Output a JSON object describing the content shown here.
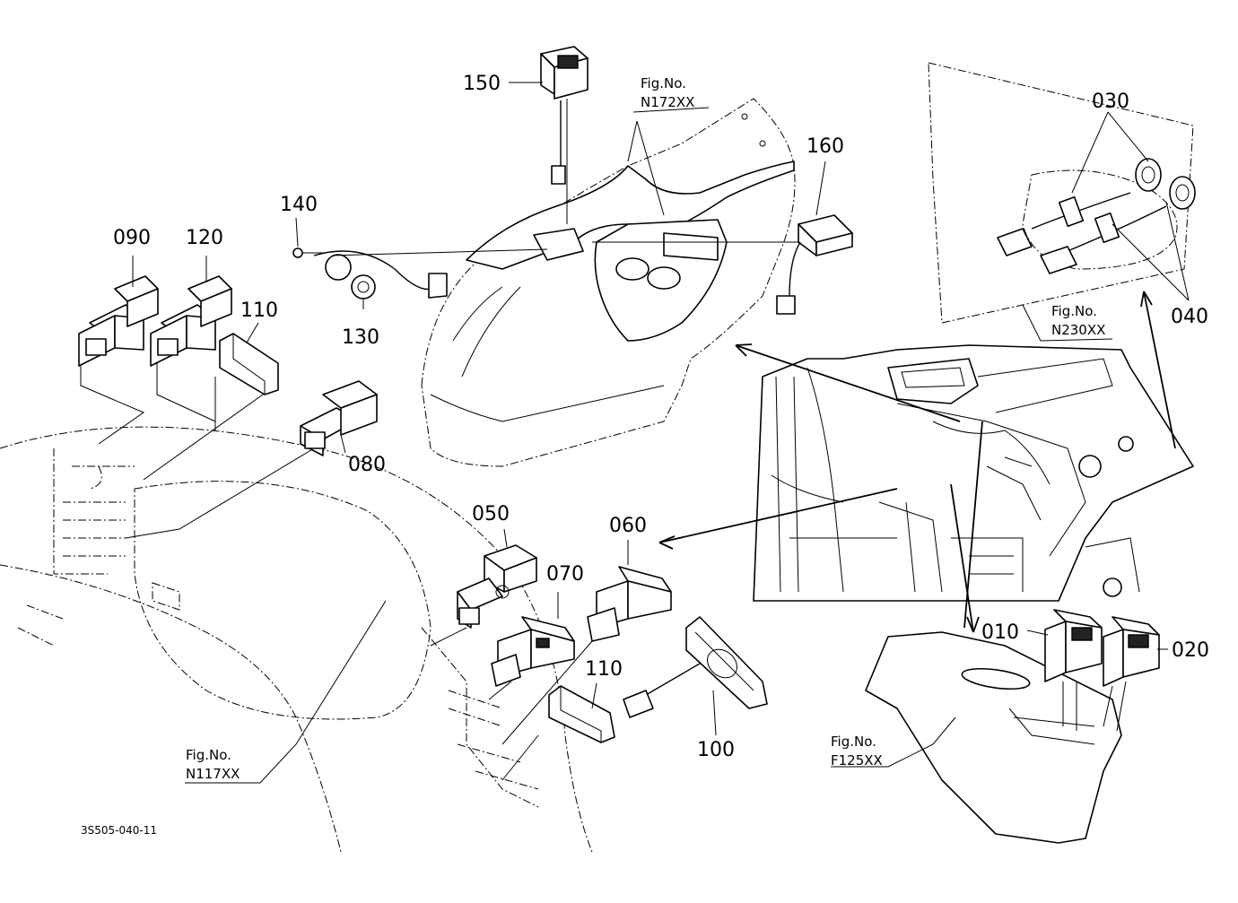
{
  "part_labels": [
    {
      "id": "010",
      "text": "010"
    },
    {
      "id": "020",
      "text": "020"
    },
    {
      "id": "030",
      "text": "030"
    },
    {
      "id": "040",
      "text": "040"
    },
    {
      "id": "050",
      "text": "050"
    },
    {
      "id": "060",
      "text": "060"
    },
    {
      "id": "070",
      "text": "070"
    },
    {
      "id": "080",
      "text": "080"
    },
    {
      "id": "090",
      "text": "090"
    },
    {
      "id": "100",
      "text": "100"
    },
    {
      "id": "110a",
      "text": "110"
    },
    {
      "id": "110b",
      "text": "110"
    },
    {
      "id": "120",
      "text": "120"
    },
    {
      "id": "130",
      "text": "130"
    },
    {
      "id": "140",
      "text": "140"
    },
    {
      "id": "150",
      "text": "150"
    },
    {
      "id": "160",
      "text": "160"
    }
  ],
  "fig_refs": [
    {
      "id": "n172",
      "title": "Fig.No.",
      "number": "N172XX"
    },
    {
      "id": "n230",
      "title": "Fig.No.",
      "number": "N230XX"
    },
    {
      "id": "n117",
      "title": "Fig.No.",
      "number": "N117XX"
    },
    {
      "id": "f125",
      "title": "Fig.No.",
      "number": "F125XX"
    }
  ],
  "drawing_code": "3S505-040-11"
}
